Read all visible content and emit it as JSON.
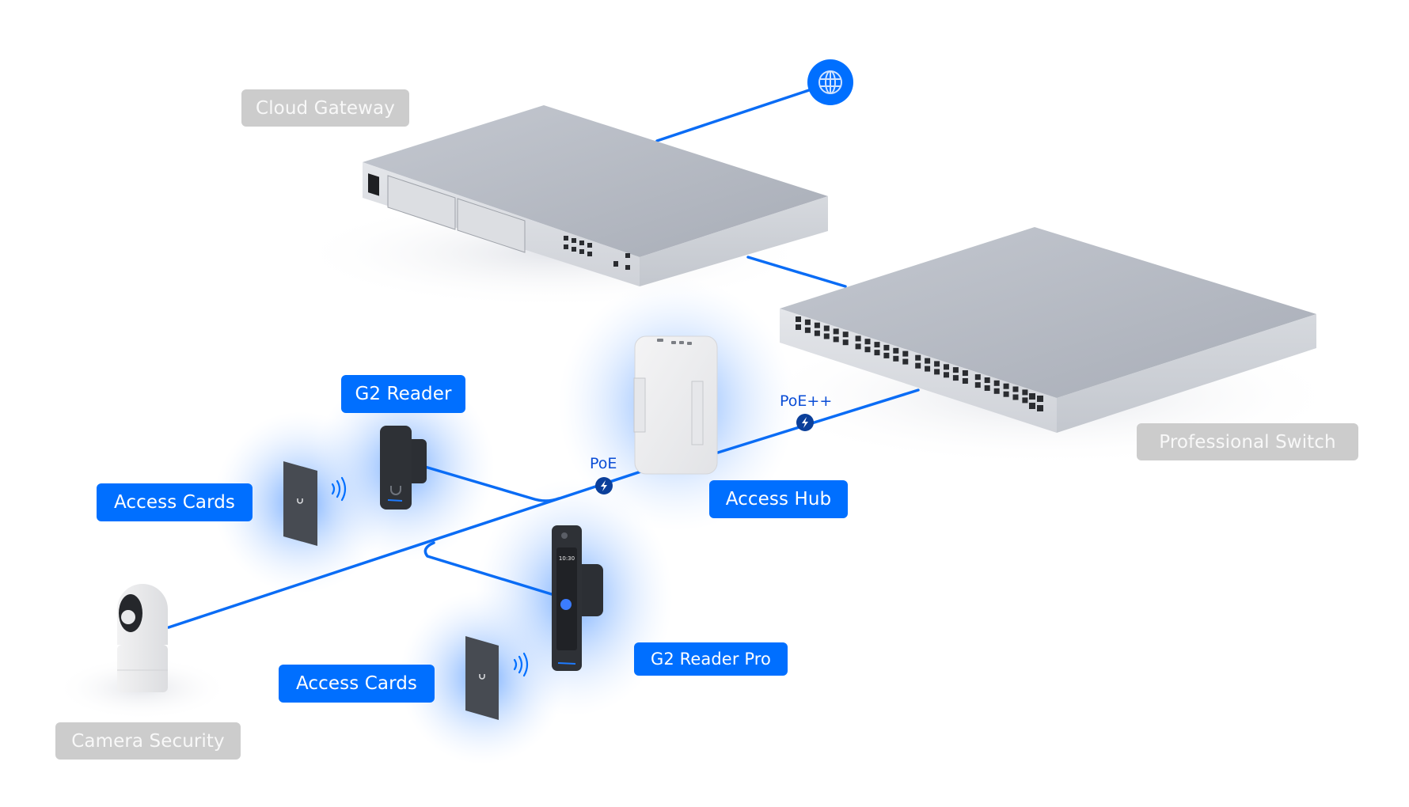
{
  "diagram": {
    "title": "UniFi Access network topology",
    "colors": {
      "accent": "#006fff",
      "line": "#0a6cf5",
      "bolt_badge": "#0b3f9a",
      "gray_label": "#cccccc",
      "device_metal": "#b8bcc5",
      "device_dark": "#3b3f45",
      "glow": "#6aa8ff"
    },
    "nodes": [
      {
        "id": "internet",
        "icon": "globe-icon",
        "label": ""
      },
      {
        "id": "cloud_gateway",
        "label": "Cloud Gateway",
        "style": "gray"
      },
      {
        "id": "professional_switch",
        "label": "Professional Switch",
        "style": "gray"
      },
      {
        "id": "access_hub",
        "label": "Access Hub",
        "style": "blue"
      },
      {
        "id": "g2_reader",
        "label": "G2 Reader",
        "style": "blue"
      },
      {
        "id": "g2_reader_pro",
        "label": "G2 Reader Pro",
        "style": "blue",
        "screen_time": "10:30"
      },
      {
        "id": "access_cards_1",
        "label": "Access Cards",
        "style": "blue"
      },
      {
        "id": "access_cards_2",
        "label": "Access Cards",
        "style": "blue"
      },
      {
        "id": "camera",
        "label": "Camera Security",
        "style": "gray"
      }
    ],
    "links": [
      {
        "from": "cloud_gateway",
        "to": "internet",
        "label": ""
      },
      {
        "from": "cloud_gateway",
        "to": "professional_switch",
        "label": ""
      },
      {
        "from": "professional_switch",
        "to": "access_hub",
        "label": "PoE++",
        "icon": "lightning-bolt-icon"
      },
      {
        "from": "access_hub",
        "to": "camera",
        "label": "PoE",
        "icon": "lightning-bolt-icon"
      },
      {
        "from": "access_hub",
        "to": "g2_reader",
        "label": ""
      },
      {
        "from": "access_hub",
        "to": "g2_reader_pro",
        "label": ""
      },
      {
        "from": "access_cards_1",
        "to": "g2_reader",
        "label": "",
        "icon": "nfc-wave-icon"
      },
      {
        "from": "access_cards_2",
        "to": "g2_reader_pro",
        "label": "",
        "icon": "nfc-wave-icon"
      }
    ],
    "link_labels": {
      "poe_plus_plus": "PoE++",
      "poe": "PoE"
    }
  }
}
